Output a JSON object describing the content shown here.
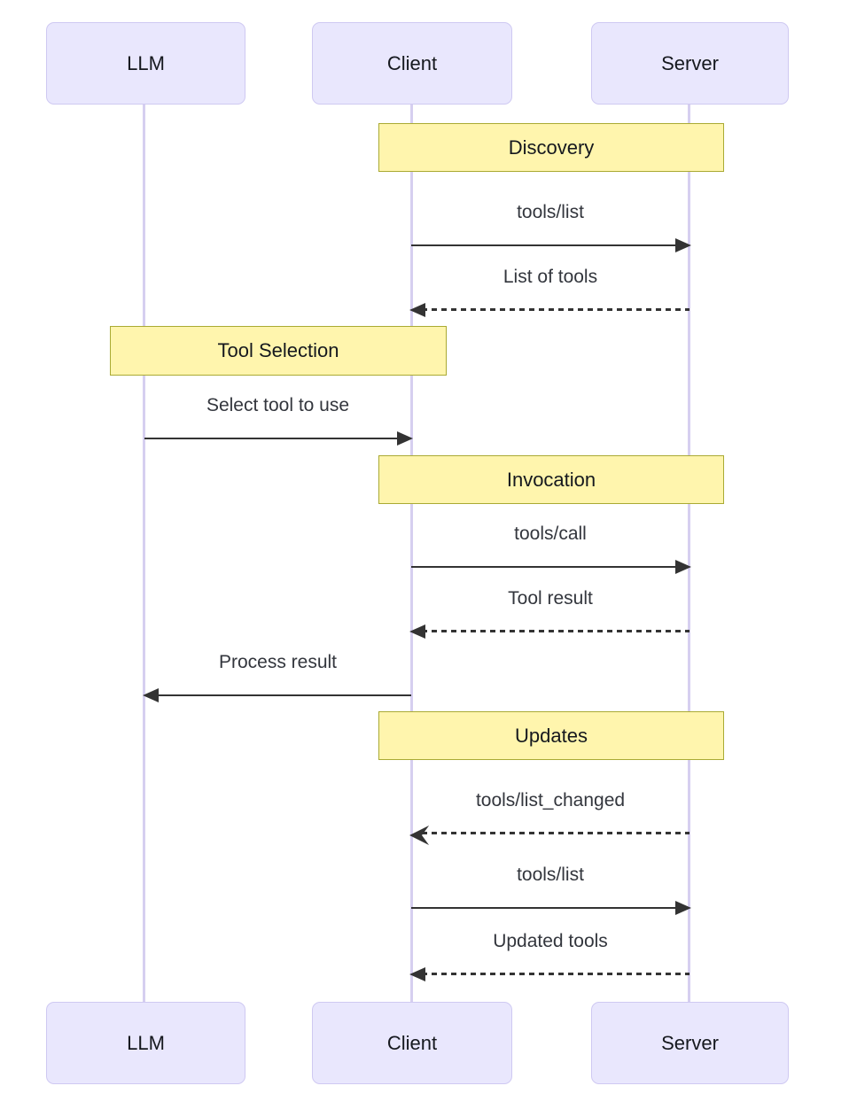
{
  "diagram": {
    "type": "sequence-diagram",
    "actors": [
      {
        "id": "llm",
        "label": "LLM"
      },
      {
        "id": "client",
        "label": "Client"
      },
      {
        "id": "server",
        "label": "Server"
      }
    ],
    "sections": [
      {
        "label": "Discovery",
        "over": [
          "Client",
          "Server"
        ]
      },
      {
        "label": "Tool Selection",
        "over": [
          "LLM",
          "Client"
        ]
      },
      {
        "label": "Invocation",
        "over": [
          "Client",
          "Server"
        ]
      },
      {
        "label": "Updates",
        "over": [
          "Client",
          "Server"
        ]
      }
    ],
    "messages": [
      {
        "label": "tools/list",
        "from": "Client",
        "to": "Server",
        "line": "solid",
        "arrowhead": "filled"
      },
      {
        "label": "List of tools",
        "from": "Server",
        "to": "Client",
        "line": "dashed",
        "arrowhead": "filled"
      },
      {
        "label": "Select tool to use",
        "from": "LLM",
        "to": "Client",
        "line": "solid",
        "arrowhead": "filled"
      },
      {
        "label": "tools/call",
        "from": "Client",
        "to": "Server",
        "line": "solid",
        "arrowhead": "filled"
      },
      {
        "label": "Tool result",
        "from": "Server",
        "to": "Client",
        "line": "dashed",
        "arrowhead": "filled"
      },
      {
        "label": "Process result",
        "from": "Client",
        "to": "LLM",
        "line": "solid",
        "arrowhead": "filled"
      },
      {
        "label": "tools/list_changed",
        "from": "Server",
        "to": "Client",
        "line": "dashed",
        "arrowhead": "open"
      },
      {
        "label": "tools/list",
        "from": "Client",
        "to": "Server",
        "line": "solid",
        "arrowhead": "filled"
      },
      {
        "label": "Updated tools",
        "from": "Server",
        "to": "Client",
        "line": "dashed",
        "arrowhead": "filled"
      }
    ],
    "colors": {
      "background": "#FFFFFF",
      "actor_fill": "#E9E7FD",
      "actor_border": "#CFC9F2",
      "section_fill": "#FFF5AD",
      "section_border": "#AAAA33",
      "lifeline": "#D6CFF0",
      "arrow": "#333333",
      "text": "#15181E"
    }
  }
}
